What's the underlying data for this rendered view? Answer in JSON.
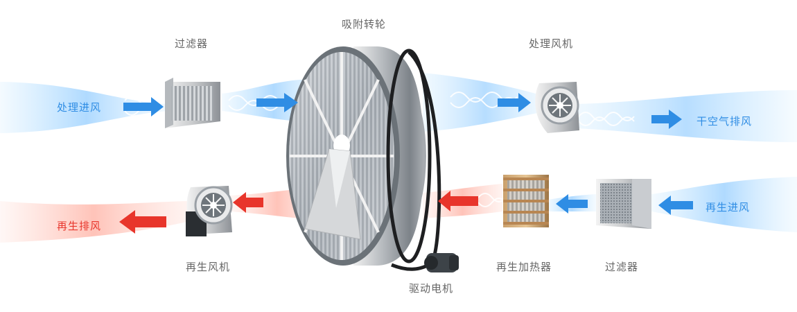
{
  "components": {
    "wheel": "吸附转轮",
    "filter_top": "过滤器",
    "process_fan": "处理风机",
    "regen_fan": "再生风机",
    "regen_heater": "再生加热器",
    "filter_bottom": "过滤器",
    "drive_motor": "驱动电机"
  },
  "airflows": {
    "process_in": "处理进风",
    "dry_out": "干空气排风",
    "regen_in": "再生进风",
    "regen_out": "再生排风"
  },
  "colors": {
    "process": "#2f8de4",
    "regen": "#e8352b",
    "label": "#666666"
  }
}
